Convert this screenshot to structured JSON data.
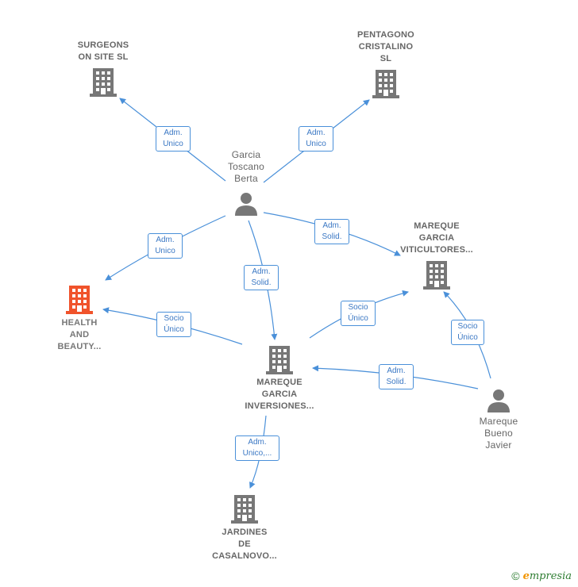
{
  "nodes": {
    "surgeons": {
      "lines": [
        "SURGEONS",
        "ON SITE SL"
      ],
      "type": "company"
    },
    "pentagono": {
      "lines": [
        "PENTAGONO",
        "CRISTALINO",
        "SL"
      ],
      "type": "company"
    },
    "garcia_toscano": {
      "lines": [
        "Garcia",
        "Toscano",
        "Berta"
      ],
      "type": "person"
    },
    "mareque_viticultores": {
      "lines": [
        "MAREQUE",
        "GARCIA",
        "VITICULTORES..."
      ],
      "type": "company"
    },
    "health_beauty": {
      "lines": [
        "HEALTH",
        "AND",
        "BEAUTY..."
      ],
      "type": "company",
      "highlight": true
    },
    "mareque_inversiones": {
      "lines": [
        "MAREQUE",
        "GARCIA",
        "INVERSIONES..."
      ],
      "type": "company"
    },
    "mareque_bueno": {
      "lines": [
        "Mareque",
        "Bueno",
        "Javier"
      ],
      "type": "person"
    },
    "jardines": {
      "lines": [
        "JARDINES",
        "DE",
        "CASALNOVO..."
      ],
      "type": "company"
    }
  },
  "relations": [
    {
      "id": "r1",
      "lines": [
        "Adm.",
        "Unico"
      ]
    },
    {
      "id": "r2",
      "lines": [
        "Adm.",
        "Unico"
      ]
    },
    {
      "id": "r3",
      "lines": [
        "Adm.",
        "Solid."
      ]
    },
    {
      "id": "r4",
      "lines": [
        "Adm.",
        "Unico"
      ]
    },
    {
      "id": "r5",
      "lines": [
        "Adm.",
        "Solid."
      ]
    },
    {
      "id": "r6",
      "lines": [
        "Socio",
        "Único"
      ]
    },
    {
      "id": "r7",
      "lines": [
        "Socio",
        "Único"
      ]
    },
    {
      "id": "r8",
      "lines": [
        "Socio",
        "Único"
      ]
    },
    {
      "id": "r9",
      "lines": [
        "Adm.",
        "Solid."
      ]
    },
    {
      "id": "r10",
      "lines": [
        "Adm.",
        "Unico,..."
      ]
    }
  ],
  "colors": {
    "edge": "#4a90d9",
    "company_icon": "#777777",
    "highlight_icon": "#f0532b",
    "person_icon": "#777777"
  },
  "brand": {
    "copyright": "©",
    "e": "e",
    "rest": "mpresia"
  }
}
